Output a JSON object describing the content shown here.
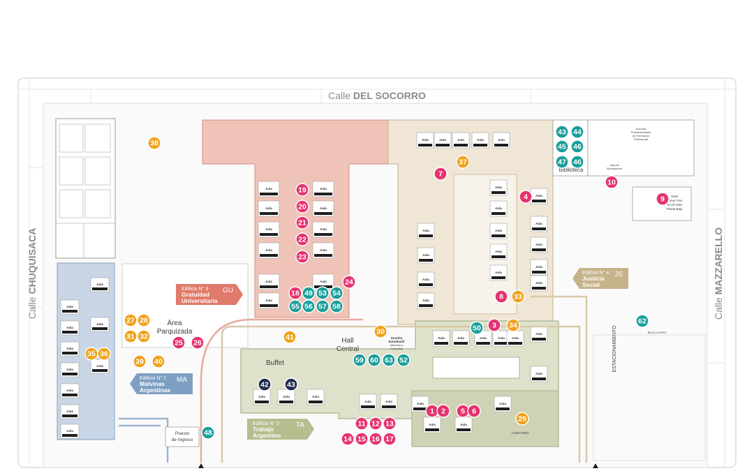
{
  "streets": {
    "north_prefix": "Calle ",
    "north_name": "DEL SOCORRO",
    "west_prefix": "Calle ",
    "west_name": "CHUQUISACA",
    "east_prefix": "Calle ",
    "east_name": "MAZZARELLO"
  },
  "buildings": [
    {
      "id": "gu",
      "num": "Edificio N° 3",
      "code": "GU",
      "line1": "Gratuidad",
      "line2": "Universitaria",
      "color": "#e07a6a"
    },
    {
      "id": "js",
      "num": "Edificio N° 4",
      "code": "JS",
      "line1": "Justicia",
      "line2": "Social",
      "color": "#c7b38a"
    },
    {
      "id": "ma",
      "num": "Edificio N° 1",
      "code": "MA",
      "line1": "Malvinas",
      "line2": "Argentinas",
      "color": "#7f9fc2"
    },
    {
      "id": "ta",
      "num": "Edificio N° 2",
      "code": "TA",
      "line1": "Trabajo",
      "line2": "Argentino",
      "color": "#b6bd8e"
    }
  ],
  "places": {
    "area_line1": "Área",
    "area_line2": "Parquizada",
    "buffet": "Buffet",
    "hall_line1": "Hall",
    "hall_line2": "Central",
    "biblioteca": "Biblioteca",
    "estacionamiento": "ESTACIONAMIENTO",
    "auditorio": "AUDITORIO",
    "puesto_line1": "Puesto",
    "puesto_line2": "de Ingreso",
    "gestion_line1": "Gestión",
    "gestion_line2": "Estudiantil",
    "gestion_line3": "Informes y",
    "gestion_line4": "Consultas",
    "sum_line1": "SUM",
    "sum_line2": "Primer Piso",
    "sum_line3": "SAJO DIM",
    "sum_line4": "Planta Baja",
    "escuela_line1": "Escuela",
    "escuela_line2": "Posuniversitaria",
    "escuela_line3": "de Formación",
    "escuela_line4": "Profesional",
    "sala_line1": "Sala de",
    "sala_line2": "Simuladores",
    "aula": "Aula",
    "bicicletero": "BICICLETERO"
  },
  "legend_colors": {
    "pink": "#e5336f",
    "orange": "#f0a21c",
    "teal": "#1a9e9a",
    "navy": "#1e2b4f"
  },
  "markers": [
    {
      "n": "1",
      "c": "#e5336f"
    },
    {
      "n": "2",
      "c": "#e5336f"
    },
    {
      "n": "3",
      "c": "#e5336f"
    },
    {
      "n": "4",
      "c": "#e5336f"
    },
    {
      "n": "5",
      "c": "#e5336f"
    },
    {
      "n": "6",
      "c": "#e5336f"
    },
    {
      "n": "7",
      "c": "#e5336f"
    },
    {
      "n": "8",
      "c": "#e5336f"
    },
    {
      "n": "9",
      "c": "#e5336f"
    },
    {
      "n": "10",
      "c": "#e5336f"
    },
    {
      "n": "11",
      "c": "#e5336f"
    },
    {
      "n": "12",
      "c": "#e5336f"
    },
    {
      "n": "13",
      "c": "#e5336f"
    },
    {
      "n": "14",
      "c": "#e5336f"
    },
    {
      "n": "15",
      "c": "#e5336f"
    },
    {
      "n": "16",
      "c": "#e5336f"
    },
    {
      "n": "17",
      "c": "#e5336f"
    },
    {
      "n": "18",
      "c": "#e5336f"
    },
    {
      "n": "19",
      "c": "#e5336f"
    },
    {
      "n": "20",
      "c": "#e5336f"
    },
    {
      "n": "21",
      "c": "#e5336f"
    },
    {
      "n": "22",
      "c": "#e5336f"
    },
    {
      "n": "23",
      "c": "#e5336f"
    },
    {
      "n": "24",
      "c": "#e5336f"
    },
    {
      "n": "25",
      "c": "#e5336f"
    },
    {
      "n": "26",
      "c": "#e5336f"
    },
    {
      "n": "27",
      "c": "#f0a21c"
    },
    {
      "n": "28",
      "c": "#f0a21c"
    },
    {
      "n": "29",
      "c": "#f0a21c"
    },
    {
      "n": "30",
      "c": "#f0a21c"
    },
    {
      "n": "31",
      "c": "#f0a21c"
    },
    {
      "n": "32",
      "c": "#f0a21c"
    },
    {
      "n": "33",
      "c": "#f0a21c"
    },
    {
      "n": "34",
      "c": "#f0a21c"
    },
    {
      "n": "35",
      "c": "#f0a21c"
    },
    {
      "n": "36",
      "c": "#f0a21c"
    },
    {
      "n": "37",
      "c": "#f0a21c"
    },
    {
      "n": "38",
      "c": "#f0a21c"
    },
    {
      "n": "39",
      "c": "#f0a21c"
    },
    {
      "n": "40",
      "c": "#f0a21c"
    },
    {
      "n": "41",
      "c": "#f0a21c"
    },
    {
      "n": "42",
      "c": "#1e2b4f"
    },
    {
      "n": "43",
      "c": "#1e2b4f"
    },
    {
      "n": "43",
      "c": "#1a9e9a"
    },
    {
      "n": "44",
      "c": "#1a9e9a"
    },
    {
      "n": "45",
      "c": "#1a9e9a"
    },
    {
      "n": "46",
      "c": "#1a9e9a"
    },
    {
      "n": "47",
      "c": "#1a9e9a"
    },
    {
      "n": "46",
      "c": "#1a9e9a"
    },
    {
      "n": "48",
      "c": "#1a9e9a"
    },
    {
      "n": "49",
      "c": "#1a9e9a"
    },
    {
      "n": "50",
      "c": "#1a9e9a"
    },
    {
      "n": "52",
      "c": "#1a9e9a"
    },
    {
      "n": "53",
      "c": "#1a9e9a"
    },
    {
      "n": "54",
      "c": "#1a9e9a"
    },
    {
      "n": "55",
      "c": "#1a9e9a"
    },
    {
      "n": "56",
      "c": "#1a9e9a"
    },
    {
      "n": "57",
      "c": "#1a9e9a"
    },
    {
      "n": "58",
      "c": "#1a9e9a"
    },
    {
      "n": "59",
      "c": "#1a9e9a"
    },
    {
      "n": "60",
      "c": "#1a9e9a"
    },
    {
      "n": "62",
      "c": "#1a9e9a"
    },
    {
      "n": "63",
      "c": "#1a9e9a"
    }
  ]
}
